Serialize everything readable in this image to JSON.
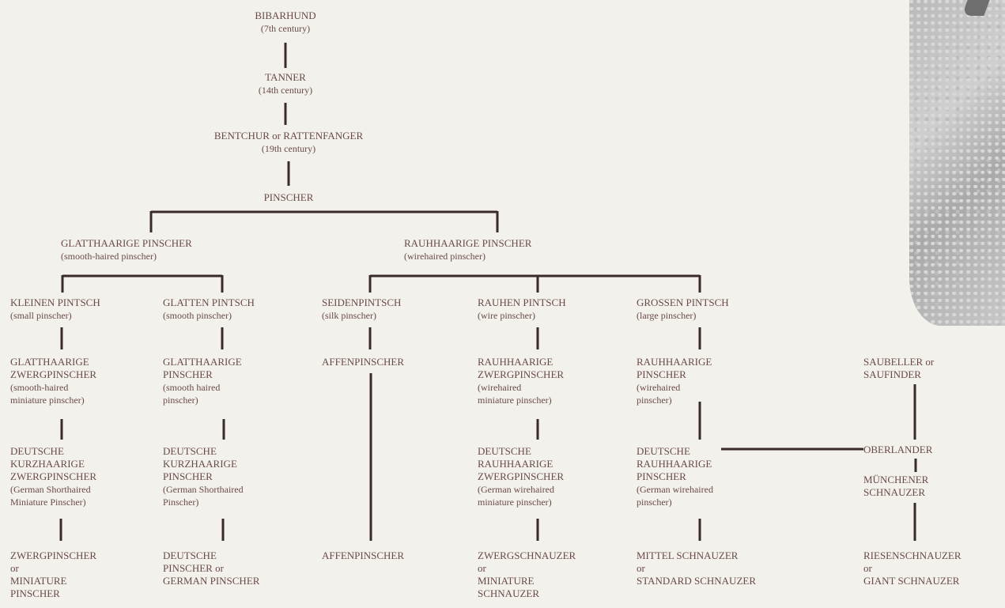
{
  "nodes": {
    "bibarhund": {
      "title": "BIBARHUND",
      "sub": "(7th century)"
    },
    "tanner": {
      "title": "TANNER",
      "sub": "(14th century)"
    },
    "bentchur": {
      "title": "BENTCHUR or RATTENFANGER",
      "sub": "(19th century)"
    },
    "pinscher": {
      "title": "PINSCHER",
      "sub": ""
    },
    "glatthaarige": {
      "title": "GLATTHAARIGE PINSCHER",
      "sub": "(smooth-haired pinscher)"
    },
    "rauhhaarige": {
      "title": "RAUHHAARIGE PINSCHER",
      "sub": "(wirehaired pinscher)"
    },
    "kleinen": {
      "title": "KLEINEN PINTSCH",
      "sub": "(small pinscher)"
    },
    "glatten": {
      "title": "GLATTEN PINTSCH",
      "sub": "(smooth pinscher)"
    },
    "seiden": {
      "title": "SEIDENPINTSCH",
      "sub": "(silk pinscher)"
    },
    "rauhen": {
      "title": "RAUHEN PINTSCH",
      "sub": "(wire pinscher)"
    },
    "grossen": {
      "title": "GROSSEN PINTSCH",
      "sub": "(large pinscher)"
    },
    "glatt_zwerg": {
      "title": "GLATTHAARIGE\nZWERGPINSCHER",
      "sub": "(smooth-haired\nminiature pinscher)"
    },
    "glatt_pinscher": {
      "title": "GLATTHAARIGE\nPINSCHER",
      "sub": "(smooth haired\npinscher)"
    },
    "affen1": {
      "title": "AFFENPINSCHER",
      "sub": ""
    },
    "rauh_zwerg": {
      "title": "RAUHHAARIGE\nZWERGPINSCHER",
      "sub": "(wirehaired\nminiature pinscher)"
    },
    "rauh_pinscher": {
      "title": "RAUHHAARIGE\nPINSCHER",
      "sub": "(wirehaired\npinscher)"
    },
    "saubeller": {
      "title": "SAUBELLER or\nSAUFINDER",
      "sub": ""
    },
    "dk_zwerg": {
      "title": "DEUTSCHE\nKURZHAARIGE\nZWERGPINSCHER",
      "sub": "(German Shorthaired\nMiniature Pinscher)"
    },
    "dk_pinscher": {
      "title": "DEUTSCHE\nKURZHAARIGE\nPINSCHER",
      "sub": "(German Shorthaired\nPinscher)"
    },
    "dr_zwerg": {
      "title": "DEUTSCHE\nRAUHHAARIGE\nZWERGPINSCHER",
      "sub": "(German wirehaired\nminiature pinscher)"
    },
    "dr_pinscher": {
      "title": "DEUTSCHE\nRAUHHAARIGE\nPINSCHER",
      "sub": "(German wirehaired\npinscher)"
    },
    "oberlander": {
      "title": "OBERLANDER",
      "sub": ""
    },
    "munchener": {
      "title": "MÜNCHENER\nSCHNAUZER",
      "sub": ""
    },
    "zwergpinscher": {
      "title": "ZWERGPINSCHER\nor\nMINIATURE\nPINSCHER",
      "sub": ""
    },
    "deutsche_pinscher": {
      "title": "DEUTSCHE\nPINSCHER or\nGERMAN PINSCHER",
      "sub": ""
    },
    "affen2": {
      "title": "AFFENPINSCHER",
      "sub": ""
    },
    "zwergschnauzer": {
      "title": "ZWERGSCHNAUZER\nor\nMINIATURE\nSCHNAUZER",
      "sub": ""
    },
    "mittel": {
      "title": "MITTEL SCHNAUZER\nor\nSTANDARD SCHNAUZER",
      "sub": ""
    },
    "riesen": {
      "title": "RIESENSCHNAUZER\nor\nGIANT SCHNAUZER",
      "sub": ""
    }
  }
}
